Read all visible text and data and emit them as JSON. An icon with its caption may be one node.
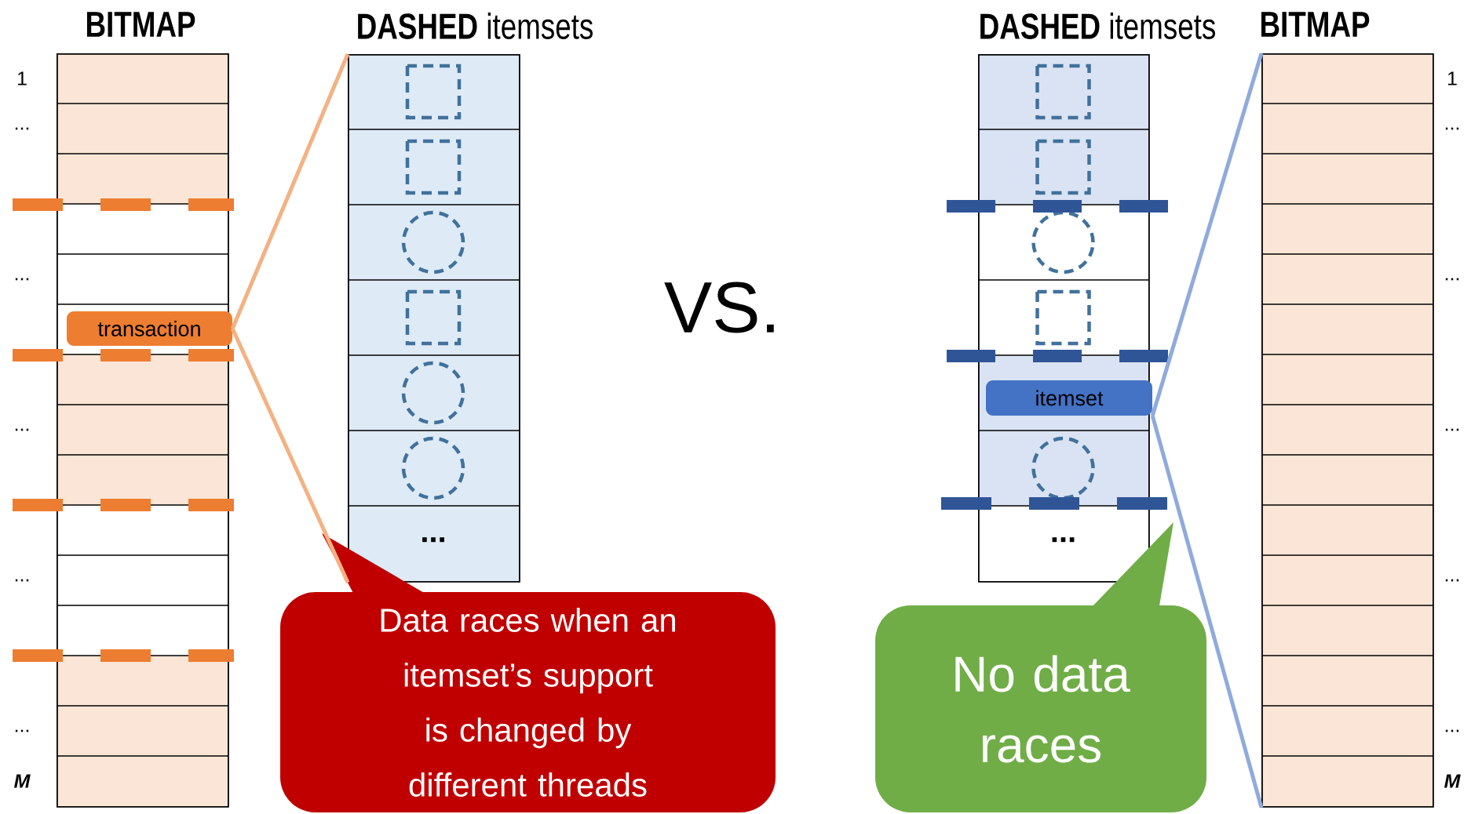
{
  "diagram": {
    "nodes": [
      {
        "text": [
          "BITMAP"
        ],
        "beside": [
          "1",
          "...",
          "...",
          "...",
          "...",
          "...",
          "M"
        ]
      },
      {
        "text": [
          "transaction"
        ],
        "in": 0
      },
      {
        "text": [
          "**DASHED** itemsets",
          "..."
        ]
      },
      {
        "text": [
          "**DASHED** itemsets",
          "..."
        ]
      },
      {
        "text": [
          "itemset"
        ],
        "in": 3
      },
      {
        "text": [
          "BITMAP"
        ],
        "beside": [
          "1",
          "...",
          "...",
          "...",
          "...",
          "...",
          "M"
        ]
      },
      {
        "text": [
          "Data races when an itemset’s support is changed by different threads"
        ]
      },
      {
        "text": [
          "No data races"
        ]
      }
    ],
    "edges": [
      {
        "from": 1,
        "to": 2,
        "arrow": "none",
        "color": "#f4b183"
      },
      {
        "from": 1,
        "to": 2,
        "arrow": "none",
        "color": "#f4b183"
      },
      {
        "from": 4,
        "to": 5,
        "arrow": "none",
        "color": "#8faadc"
      },
      {
        "from": 4,
        "to": 5,
        "arrow": "none",
        "color": "#8faadc"
      }
    ],
    "labels": [
      "VS."
    ]
  }
}
